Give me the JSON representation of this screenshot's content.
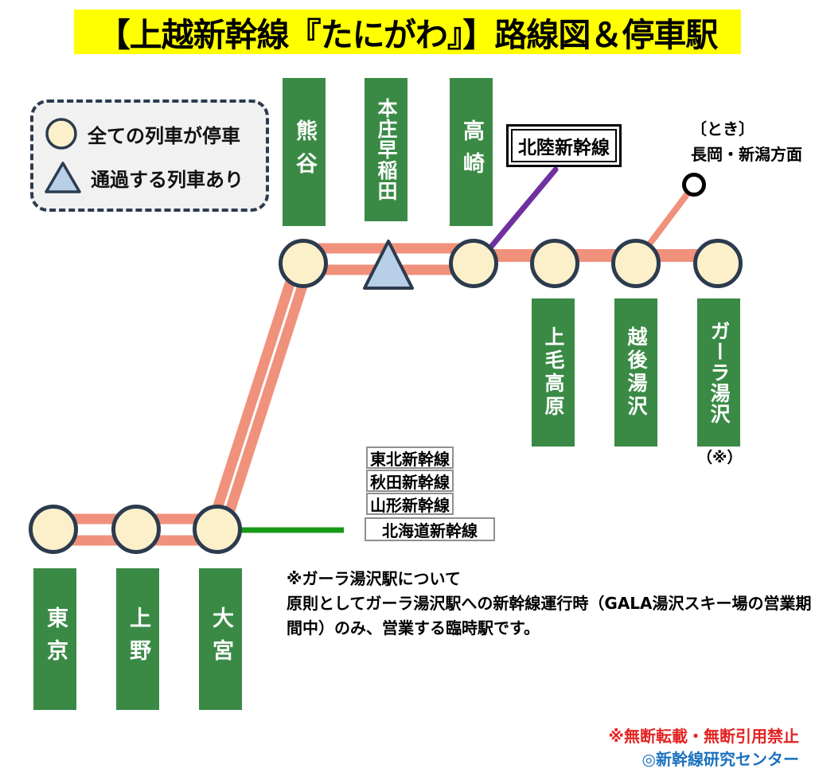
{
  "title": "【上越新幹線『たにがわ』】路線図＆停車駅",
  "legend": {
    "all_stop_icon": "circle-marker",
    "all_stop": "全ての列車が停車",
    "pass_icon": "triangle-marker",
    "some_pass": "通過する列車あり"
  },
  "stations": {
    "tokyo": "東京",
    "ueno": "上野",
    "omiya": "大宮",
    "kumagaya": "熊谷",
    "honjo_waseda": "本庄早稲田",
    "takasaki": "高崎",
    "jomo_kogen": "上毛高原",
    "echigo_yuzawa": "越後湯沢",
    "gala_yuzawa": "ガーラ湯沢",
    "gala_note_mark": "（※）"
  },
  "line_labels": {
    "hokuriku": "北陸新幹線",
    "tohoku": "東北新幹線",
    "akita": "秋田新幹線",
    "yamagata": "山形新幹線",
    "hokkaido": "北海道新幹線"
  },
  "toki": {
    "train_name": "〔とき〕",
    "direction": "長岡・新潟方面"
  },
  "note": {
    "line1": "※ガーラ湯沢駅について",
    "line2": "原則としてガーラ湯沢駅への新幹線運行時（GALA湯沢スキー場の営業期",
    "line3": "間中）のみ、営業する臨時駅です。"
  },
  "footer": {
    "no_reproduction": "※無断転載・無断引用禁止",
    "copyright": "◎新幹線研究センター"
  },
  "colors": {
    "accent_yellow": "#FFFF00",
    "line_salmon": "#F0917C",
    "station_green": "#3A8A46",
    "tohoku_green": "#189A18",
    "hokuriku_purple": "#7030A0",
    "node_cream": "#FCF0CB",
    "node_border": "#2C3B4E",
    "triangle_blue": "#B8CFE8",
    "warning_red": "#E32222",
    "copyright_blue": "#1B72BE"
  }
}
